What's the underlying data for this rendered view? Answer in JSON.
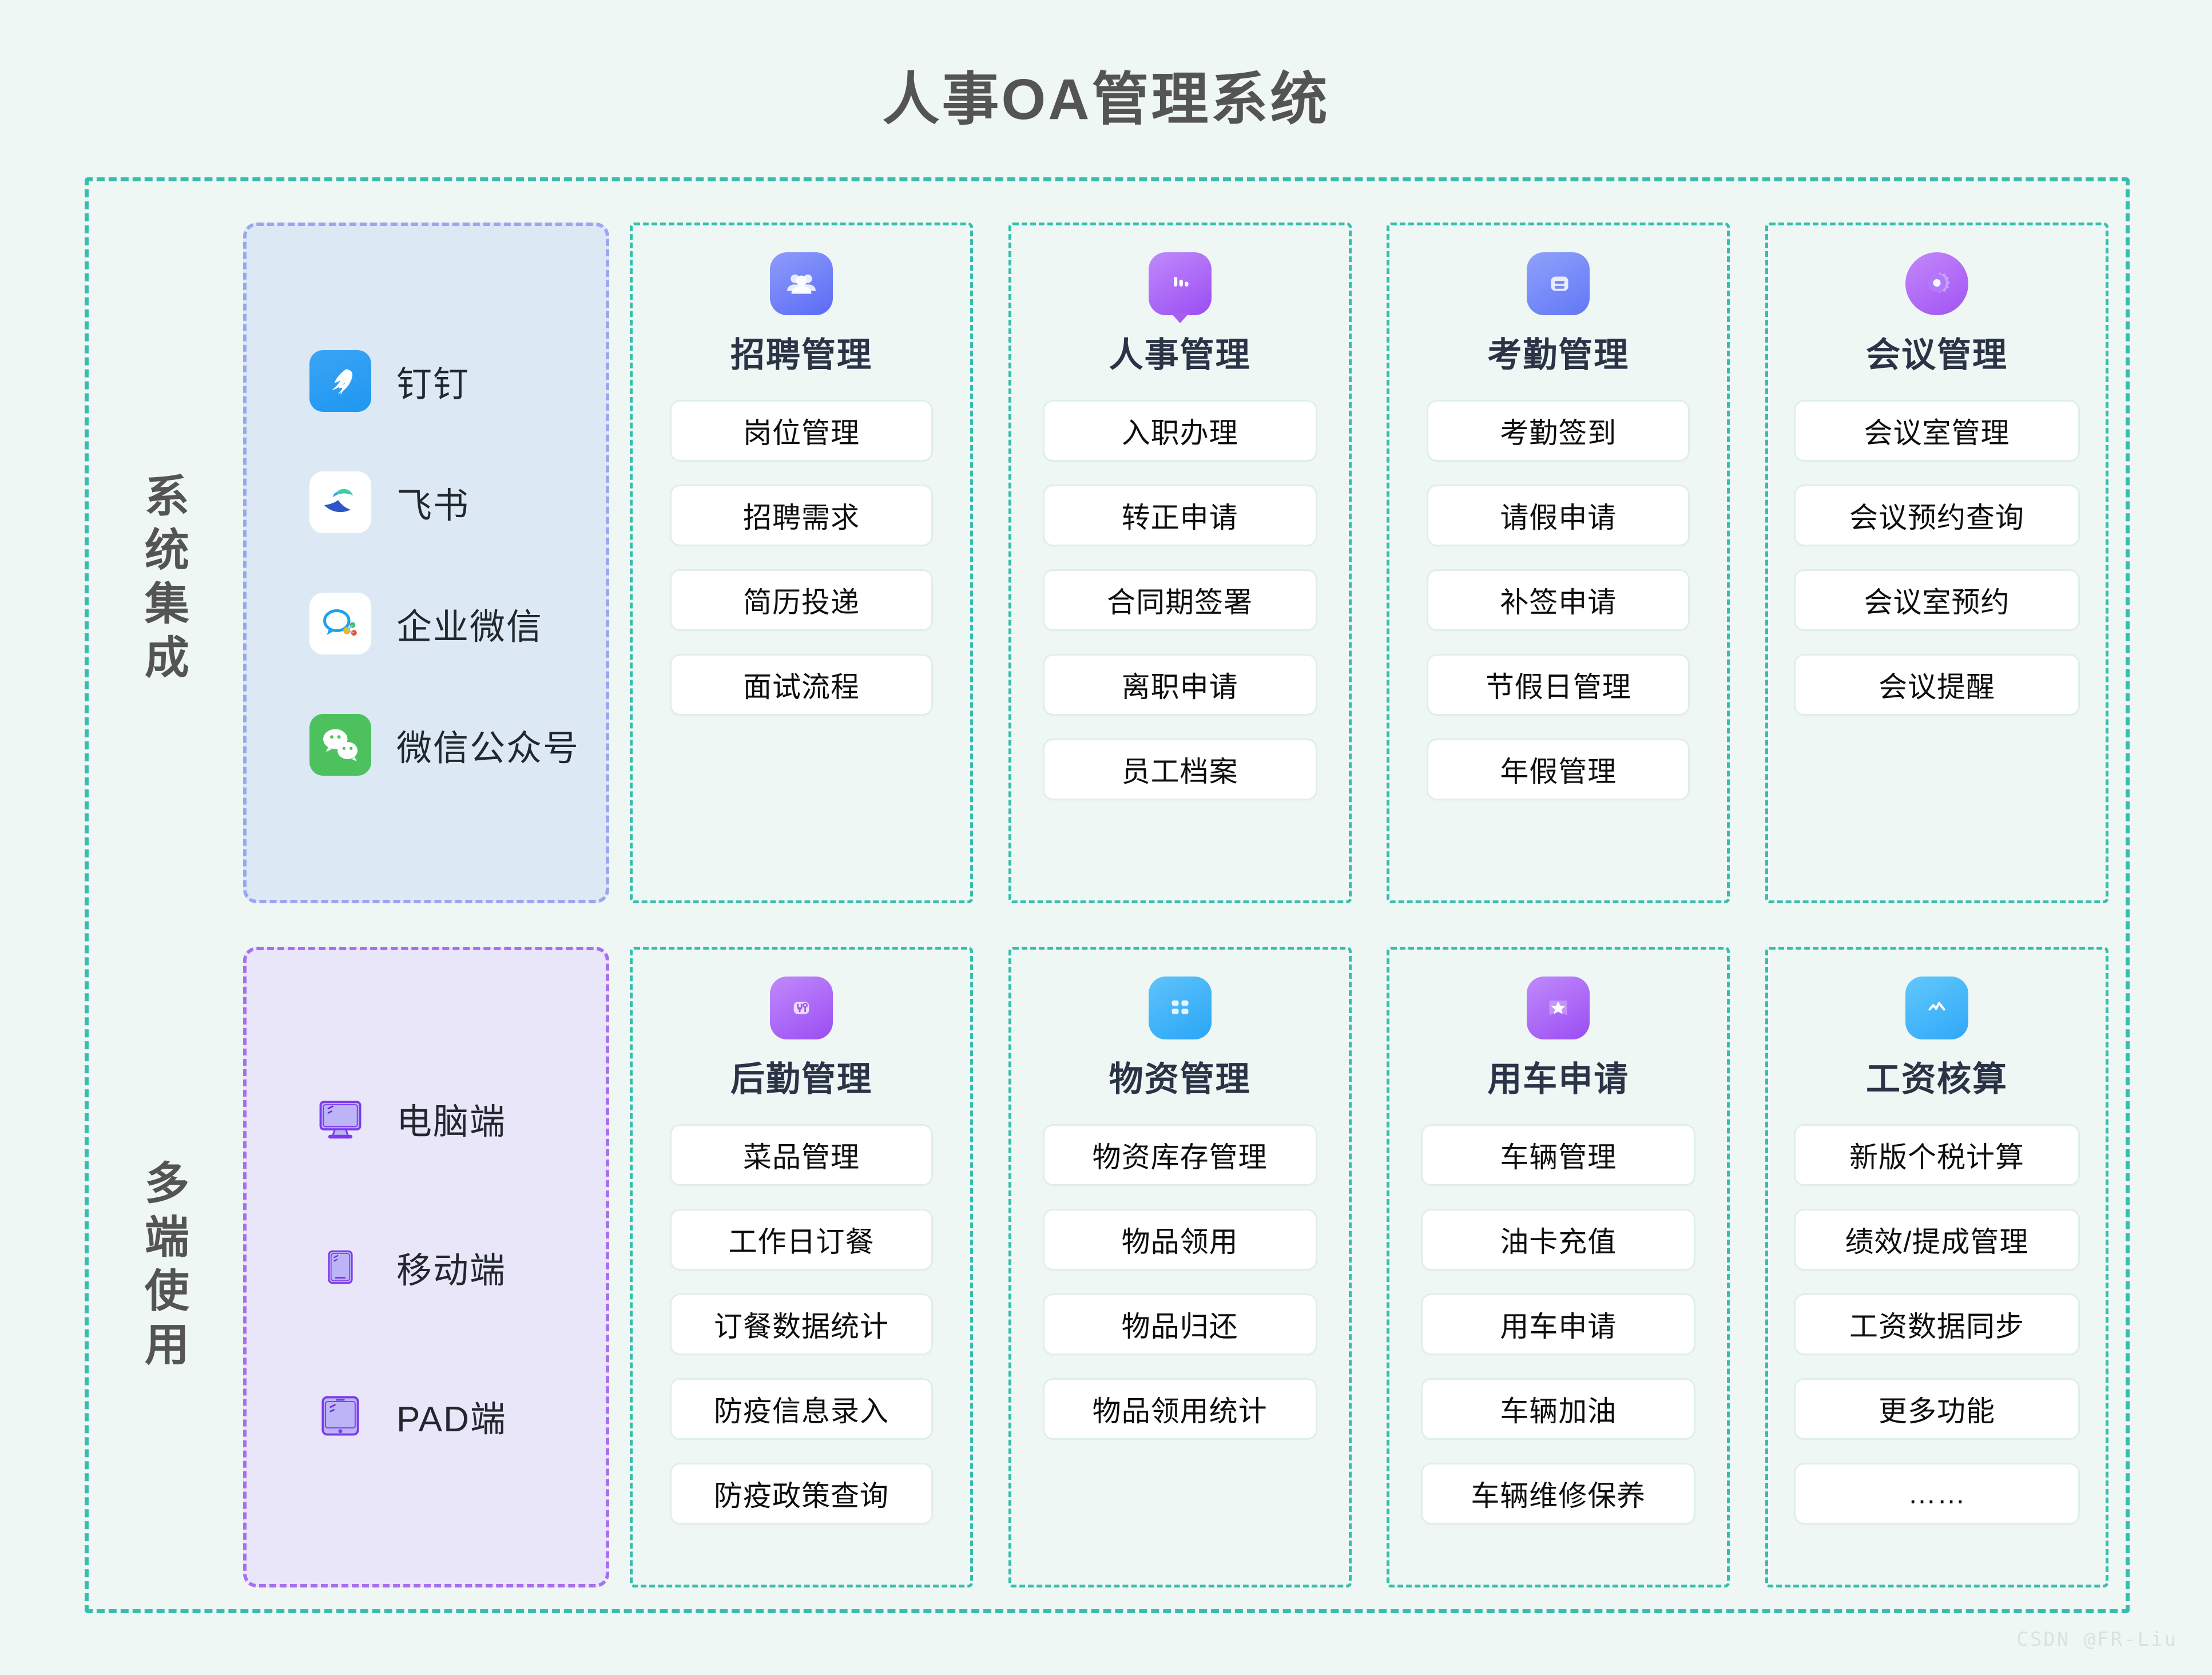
{
  "title": "人事OA管理系统",
  "watermark": "CSDN @FR-Liu",
  "rows": [
    {
      "side_label": "系统集成",
      "panel": {
        "type": "integration",
        "items": [
          {
            "label": "钉钉",
            "icon": "dingtalk-icon"
          },
          {
            "label": "飞书",
            "icon": "feishu-icon"
          },
          {
            "label": "企业微信",
            "icon": "wework-icon"
          },
          {
            "label": "微信公众号",
            "icon": "wechat-icon"
          }
        ]
      },
      "cards": [
        {
          "title": "招聘管理",
          "icon": "people-group-icon",
          "items": [
            "岗位管理",
            "招聘需求",
            "简历投递",
            "面试流程"
          ]
        },
        {
          "title": "人事管理",
          "icon": "bar-chart-bubble-icon",
          "items": [
            "入职办理",
            "转正申请",
            "合同期签署",
            "离职申请",
            "员工档案"
          ]
        },
        {
          "title": "考勤管理",
          "icon": "document-lines-icon",
          "items": [
            "考勤签到",
            "请假申请",
            "补签申请",
            "节假日管理",
            "年假管理"
          ]
        },
        {
          "title": "会议管理",
          "icon": "gear-icon",
          "items": [
            "会议室管理",
            "会议预约查询",
            "会议室预约",
            "会议提醒"
          ]
        }
      ]
    },
    {
      "side_label": "多端使用",
      "panel": {
        "type": "device",
        "items": [
          {
            "label": "电脑端",
            "icon": "desktop-monitor-icon"
          },
          {
            "label": "移动端",
            "icon": "mobile-phone-icon"
          },
          {
            "label": "PAD端",
            "icon": "tablet-icon"
          }
        ]
      },
      "cards": [
        {
          "title": "后勤管理",
          "icon": "tools-icon",
          "items": [
            "菜品管理",
            "工作日订餐",
            "订餐数据统计",
            "防疫信息录入",
            "防疫政策查询"
          ]
        },
        {
          "title": "物资管理",
          "icon": "grid-blocks-icon",
          "items": [
            "物资库存管理",
            "物品领用",
            "物品归还",
            "物品领用统计"
          ]
        },
        {
          "title": "用车申请",
          "icon": "star-badge-icon",
          "items": [
            "车辆管理",
            "油卡充值",
            "用车申请",
            "车辆加油",
            "车辆维修保养"
          ]
        },
        {
          "title": "工资核算",
          "icon": "trend-line-icon",
          "items": [
            "新版个税计算",
            "绩效/提成管理",
            "工资数据同步",
            "更多功能",
            "……"
          ]
        }
      ]
    }
  ],
  "colors": {
    "page_background": "#eef7f4",
    "frame_dashed": "#37bdad",
    "integration_panel_fill": "#dce9f5",
    "integration_panel_border": "#9aa6f0",
    "device_panel_fill": "#e8e6f8",
    "device_panel_border": "#a96ef0",
    "card_title": "#2a3446",
    "title_text": "#545454",
    "pill_background": "#ffffff",
    "pill_border": "#e0eeec"
  }
}
